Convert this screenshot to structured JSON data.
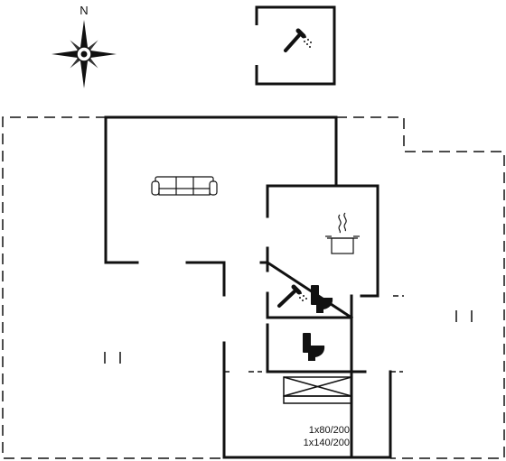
{
  "compass": {
    "north_label": "N"
  },
  "bedroom": {
    "bed_single": "1x80/200",
    "bed_double": "1x140/200"
  },
  "icons": {
    "compass": "compass-rose-icon",
    "outdoor_shower": "shower-icon",
    "living_room": "sofa-icon",
    "kitchen": "cooking-pot-icon",
    "bathroom_shower": "shower-icon",
    "bathroom_toilet": "toilet-icon",
    "toilet": "toilet-icon",
    "bed": "bed-icon"
  },
  "colors": {
    "walls": "#111111",
    "background": "#ffffff"
  }
}
